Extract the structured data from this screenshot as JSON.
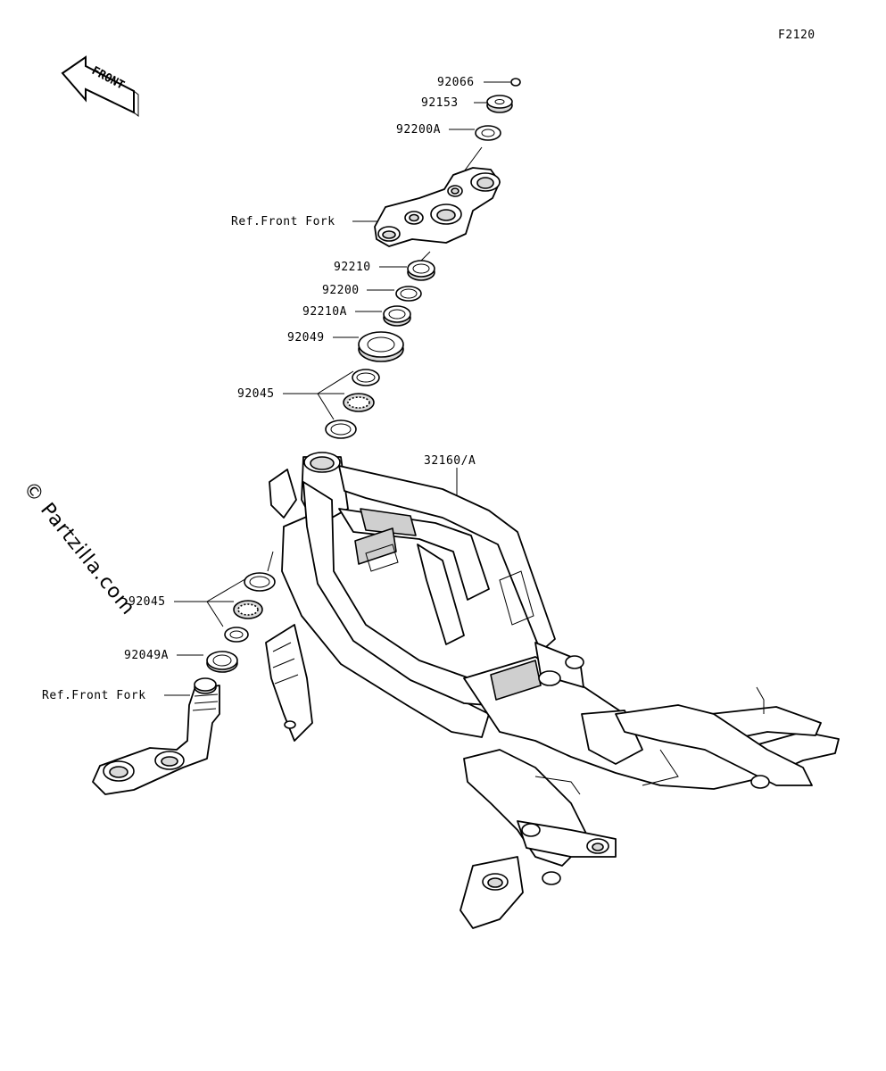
{
  "figure_code": "F2120",
  "front_arrow_text": "FRONT",
  "watermark": "© Partzilla.com",
  "labels": {
    "p92066": "92066",
    "p92153": "92153",
    "p92200A": "92200A",
    "ref_front_fork_top": "Ref.Front Fork",
    "p92210": "92210",
    "p92200": "92200",
    "p92210A": "92210A",
    "p92049": "92049",
    "p92045_top": "92045",
    "p32160A": "32160/A",
    "p92045_bottom": "92045",
    "p92049A": "92049A",
    "ref_front_fork_bottom": "Ref.Front Fork"
  }
}
